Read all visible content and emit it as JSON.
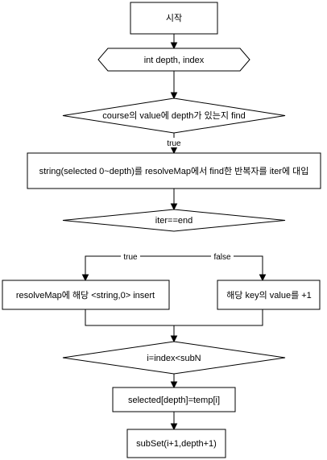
{
  "nodes": {
    "start": "시작",
    "input": "int depth, index",
    "find_course": "course의 value에 depth가 있는지 find",
    "find_resolve": "string(selected 0~depth)를 resolveMap에서 find한 반복자를 iter에 대입",
    "iter_end": "iter==end",
    "insert": "resolveMap에 해당 <string,0> insert",
    "increment": "해당 key의 value를 +1",
    "loop": "i=index<subN",
    "assign": "selected[depth]=temp[i]",
    "recurse": "subSet(i+1,depth+1)"
  },
  "edges": {
    "course_true": "true",
    "iter_true": "true",
    "iter_false": "false"
  }
}
